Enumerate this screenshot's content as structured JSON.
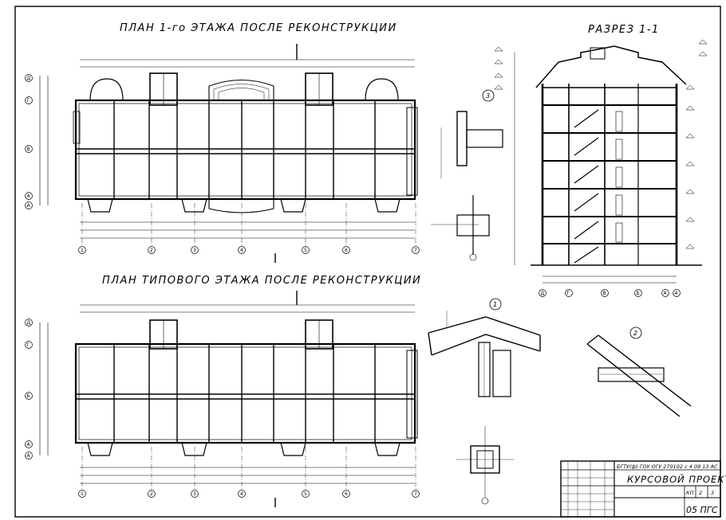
{
  "drawing": {
    "plan1_title": "ПЛАН 1-го ЭТАЖА ПОСЛЕ РЕКОНСТРУКЦИИ",
    "plan2_title": "ПЛАН ТИПОВОГО ЭТАЖА ПОСЛЕ РЕКОНСТРУКЦИИ",
    "section_title": "РАЗРЕЗ 1-1",
    "section_mark": "1",
    "node_labels": [
      "3",
      "1",
      "2"
    ],
    "row_axes": [
      "Д",
      "Г",
      "В",
      "Б",
      "А",
      "А"
    ],
    "col_axes": [
      "1",
      "2",
      "3",
      "4",
      "5",
      "6",
      "7"
    ],
    "section_axes": [
      "Д",
      "Г",
      "В",
      "Б",
      "А",
      "А"
    ]
  },
  "stamp": {
    "doc_code": "БГТУ(ф) ГОУ ОГУ 270102 с 4 09 13 АС",
    "title": "КУРСОВОЙ ПРОЕКТ",
    "stage": "КП",
    "sheet": "2",
    "sheets": "3",
    "group": "05 ПГС"
  }
}
